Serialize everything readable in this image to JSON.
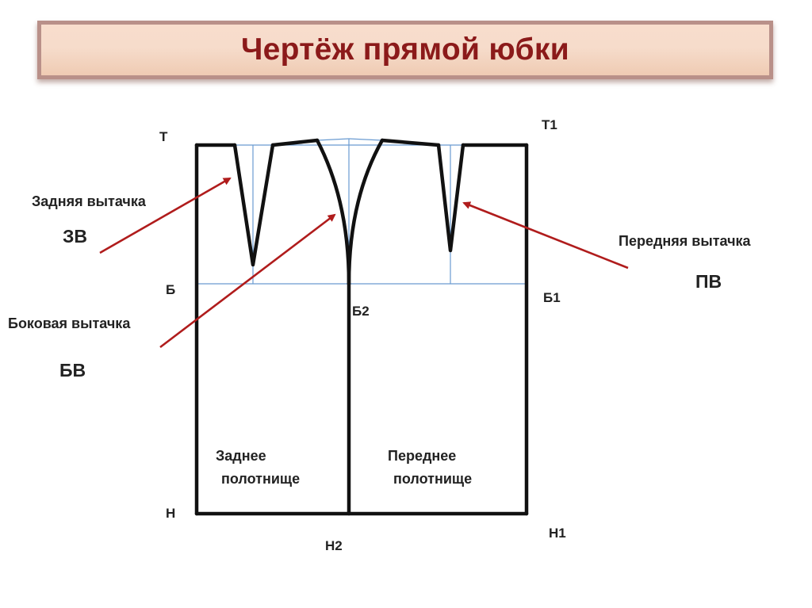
{
  "title": "Чертёж прямой юбки",
  "points": {
    "T": "Т",
    "T1": "Т1",
    "B": "Б",
    "B1": "Б1",
    "B2": "Б2",
    "H": "Н",
    "H1": "Н1",
    "H2": "Н2"
  },
  "annotations": {
    "back_dart": {
      "label": "Задняя вытачка",
      "abbr": "ЗВ"
    },
    "side_dart": {
      "label": "Боковая вытачка",
      "abbr": "БВ"
    },
    "front_dart": {
      "label": "Передняя вытачка",
      "abbr": "ПВ"
    }
  },
  "panels": {
    "back": [
      "Заднее",
      "полотнище"
    ],
    "front": [
      "Переднее",
      "полотнище"
    ]
  },
  "colors": {
    "title_text": "#8b1a1a",
    "title_bg": "#f6dccb",
    "title_border": "#b99089",
    "outline": "#111111",
    "construction_lines": "#6a9bd1",
    "arrows": "#b01c1c"
  }
}
